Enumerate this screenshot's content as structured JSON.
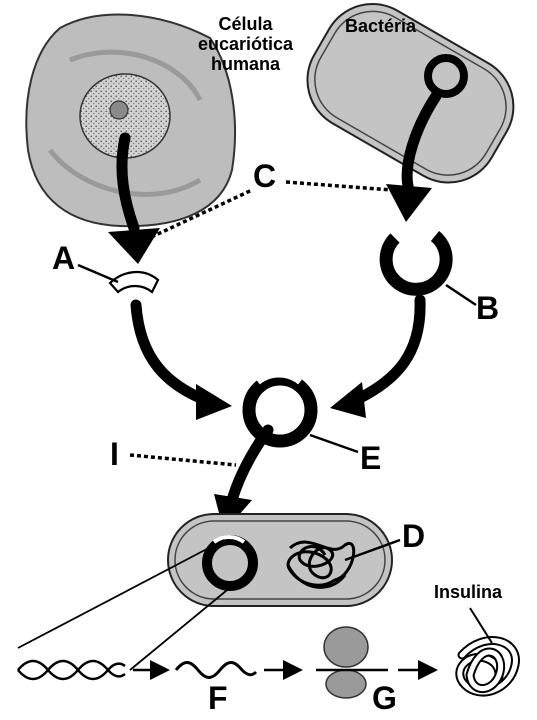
{
  "labels": {
    "eukaryotic_cell": "Célula\neucariótica\nhumana",
    "bacterium": "Bactéria",
    "insulin": "Insulina",
    "a": "A",
    "b": "B",
    "c": "C",
    "d": "D",
    "e": "E",
    "f": "F",
    "g": "G",
    "i": "I"
  }
}
